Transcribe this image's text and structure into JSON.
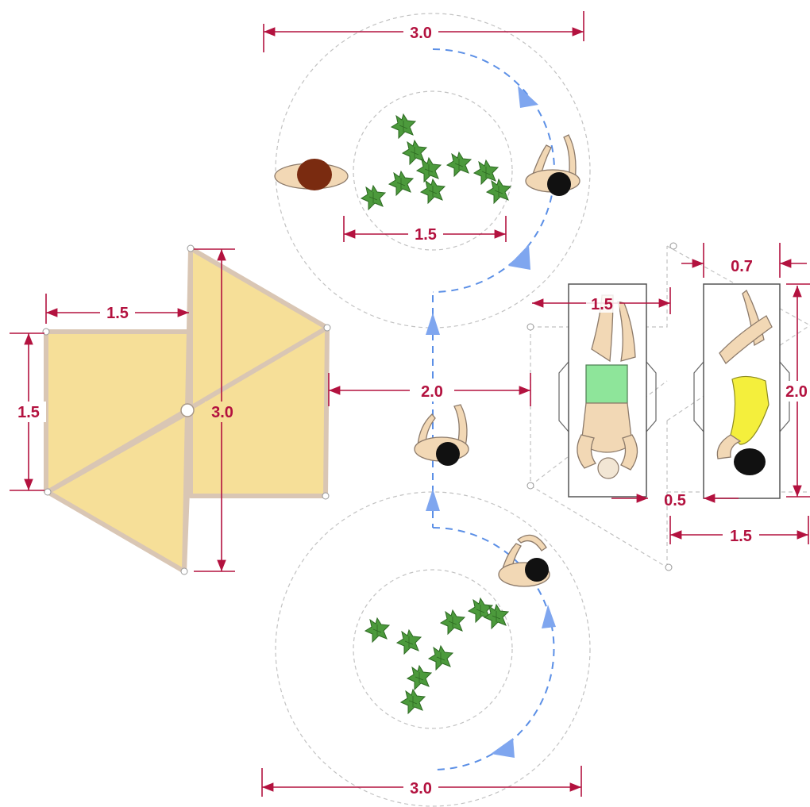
{
  "colors": {
    "dimension": "#b3123f",
    "canopy": "#f6df98",
    "frame": "#d9c6b4",
    "walk_path": "#5b8fe6",
    "foliage": "#4c9a3c",
    "swim_trunks": "#8ee59a",
    "swimsuit": "#f4ef3c",
    "hair_brown": "#7a2b10",
    "hair_black": "#111111"
  },
  "dimensions": {
    "top_circle_width": "3.0",
    "top_planter_width": "1.5",
    "umbrella_small_width": "1.5",
    "umbrella_small_height": "1.5",
    "umbrella_large_height": "3.0",
    "passage_width": "2.0",
    "lounger_clearance": "1.5",
    "lounger_width": "0.7",
    "lounger_length": "2.0",
    "lounger_gap": "0.5",
    "lounger_spacing": "1.5",
    "bottom_circle_width": "3.0"
  },
  "icons": [
    "shade-sail",
    "planter-plants",
    "person-walking",
    "person-lying",
    "sun-lounger",
    "direction-arrow"
  ]
}
